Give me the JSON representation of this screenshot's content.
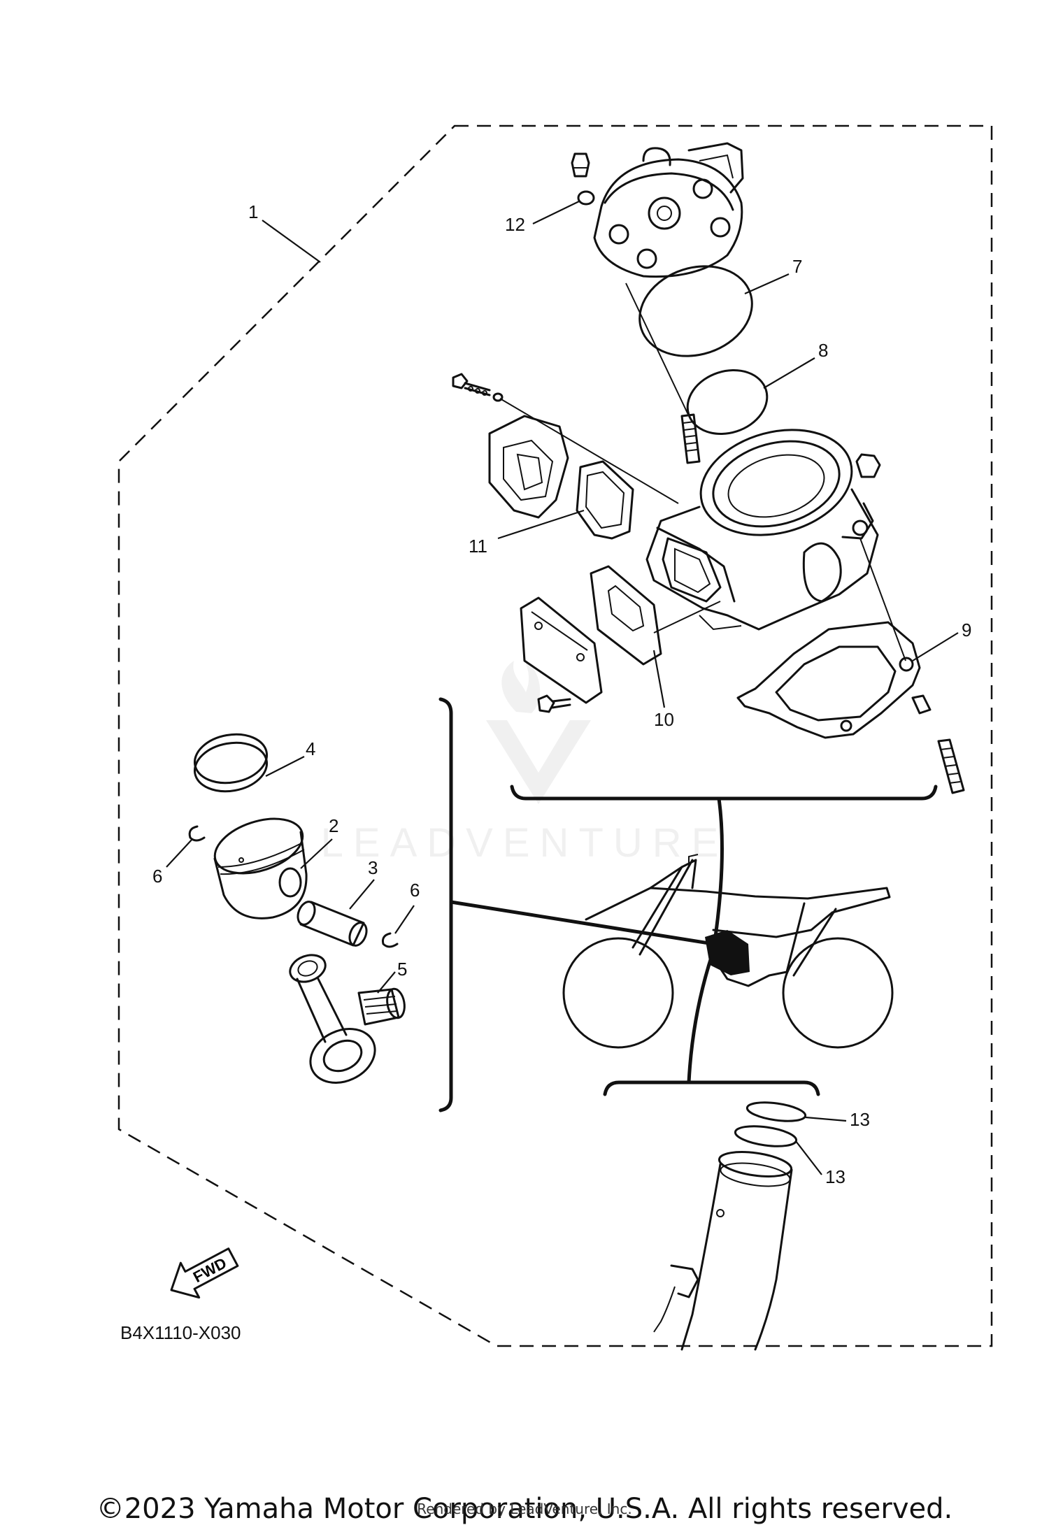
{
  "diagram_code": "B4X1110-X030",
  "fwd_label": "FWD",
  "watermark_text": "LEADVENTURE",
  "copyright": "©2023 Yamaha Motor Corporation, U.S.A. All rights reserved.",
  "rendered_by": "Rendered by LeadVenture, Inc.",
  "callouts": {
    "c1": "1",
    "c2": "2",
    "c3": "3",
    "c4": "4",
    "c5": "5",
    "c6a": "6",
    "c6b": "6",
    "c7": "7",
    "c8": "8",
    "c9": "9",
    "c10": "10",
    "c11": "11",
    "c12": "12",
    "c13a": "13",
    "c13b": "13"
  },
  "icons": [
    "fwd-arrow-icon",
    "leadventure-logo"
  ]
}
